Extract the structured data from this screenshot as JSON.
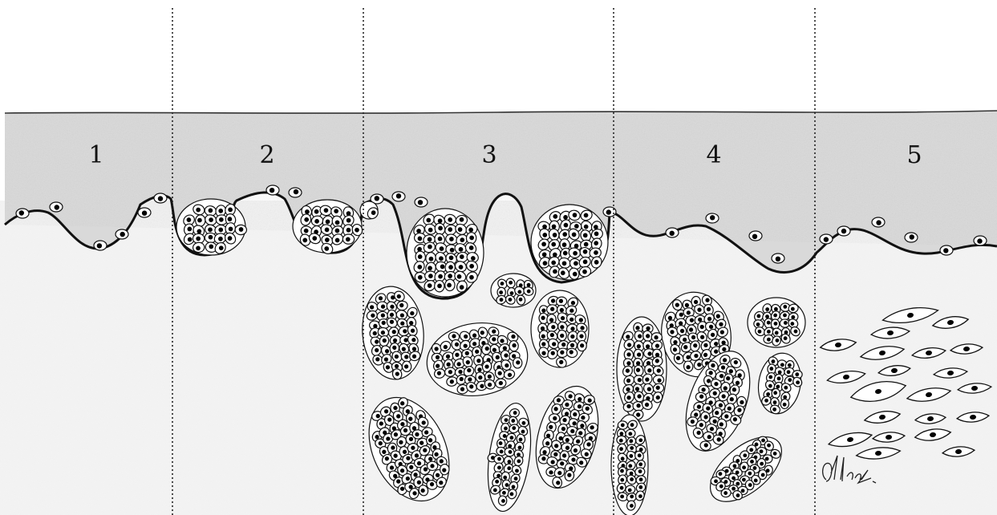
{
  "diagram": {
    "stage_labels": [
      "1",
      "2",
      "3",
      "4",
      "5"
    ],
    "colors": {
      "background": "#ffffff",
      "upper_layer": "#d9d9d9",
      "lower_layer": "#f4f4f4",
      "ink": "#111111",
      "cell_fill": "#ffffff",
      "nucleus": "#000000"
    }
  }
}
